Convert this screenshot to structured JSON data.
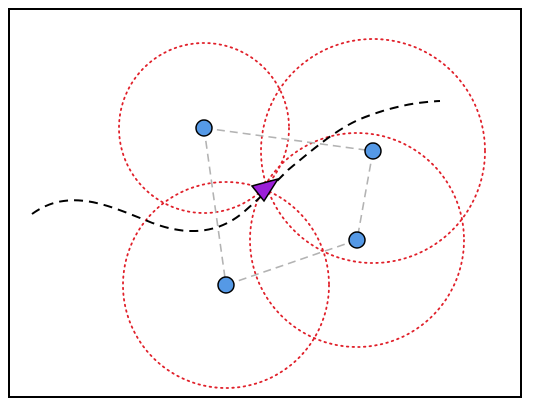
{
  "diagram": {
    "colors": {
      "background": "#ffffff",
      "frame": "#000000",
      "range_circle": "#e0202a",
      "link": "#b3b3b3",
      "path": "#000000",
      "node_fill": "#5599e6",
      "agent_fill": "#9b1fd8"
    },
    "nodes": [
      {
        "id": "n1"
      },
      {
        "id": "n2"
      },
      {
        "id": "n3"
      },
      {
        "id": "n4"
      },
      {
        "id": "n5"
      }
    ],
    "links": [
      {
        "from": "n1",
        "to": "n2"
      },
      {
        "from": "n2",
        "to": "n3"
      },
      {
        "from": "n3",
        "to": "n4"
      },
      {
        "from": "n1",
        "to": "n4"
      }
    ],
    "agent": {
      "shape": "triangle-pointer"
    }
  }
}
